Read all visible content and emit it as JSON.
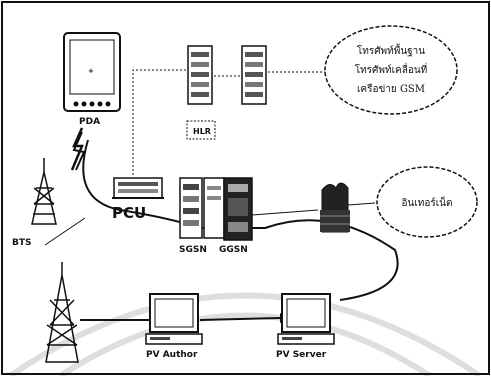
{
  "labels": {
    "pda": "PDA",
    "pcu": "PCU",
    "bts": "BTS",
    "sgsn": "SGSN",
    "ggsn": "GGSN",
    "hlr": "HLR",
    "pv_author": "PV Author",
    "pv_server": "PV Server"
  },
  "callouts": {
    "top_line1": "โทรศัพท์พื้นฐาน",
    "top_line2": "โทรศัพท์เคลื่อนที่",
    "top_line3": "เครือข่าย GSM",
    "side_line1": "อินเทอร์เน็ต"
  },
  "colors": {
    "ink": "#111111",
    "background": "#ffffff",
    "watermark": "#dcdcdc"
  }
}
